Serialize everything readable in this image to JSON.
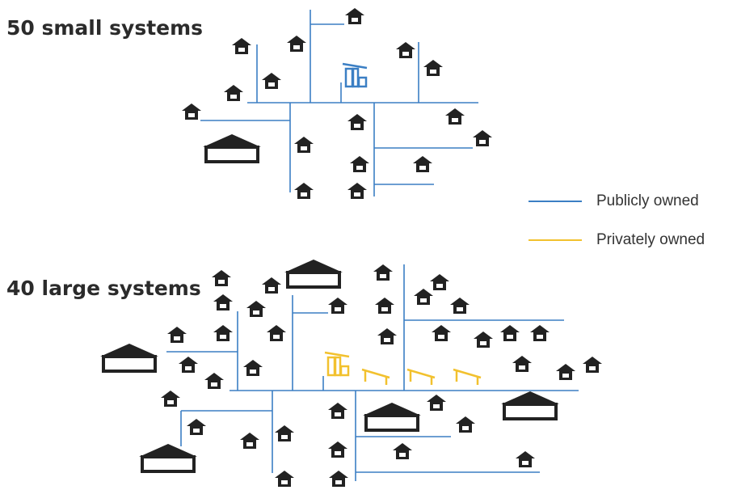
{
  "diagram": {
    "small": {
      "title": "50 small systems"
    },
    "large": {
      "title": "40 large systems"
    }
  },
  "legend": {
    "public": {
      "label": "Publicly owned",
      "color": "#3b7fc4"
    },
    "private": {
      "label": "Privately owned",
      "color": "#f2c12e"
    }
  },
  "colors": {
    "house": "#222222",
    "public_pipe": "#3b7fc4",
    "private_pipe": "#f2c12e"
  },
  "icons": [
    "house-icon",
    "large-building-icon",
    "treatment-plant-icon",
    "solar-panel-icon"
  ]
}
